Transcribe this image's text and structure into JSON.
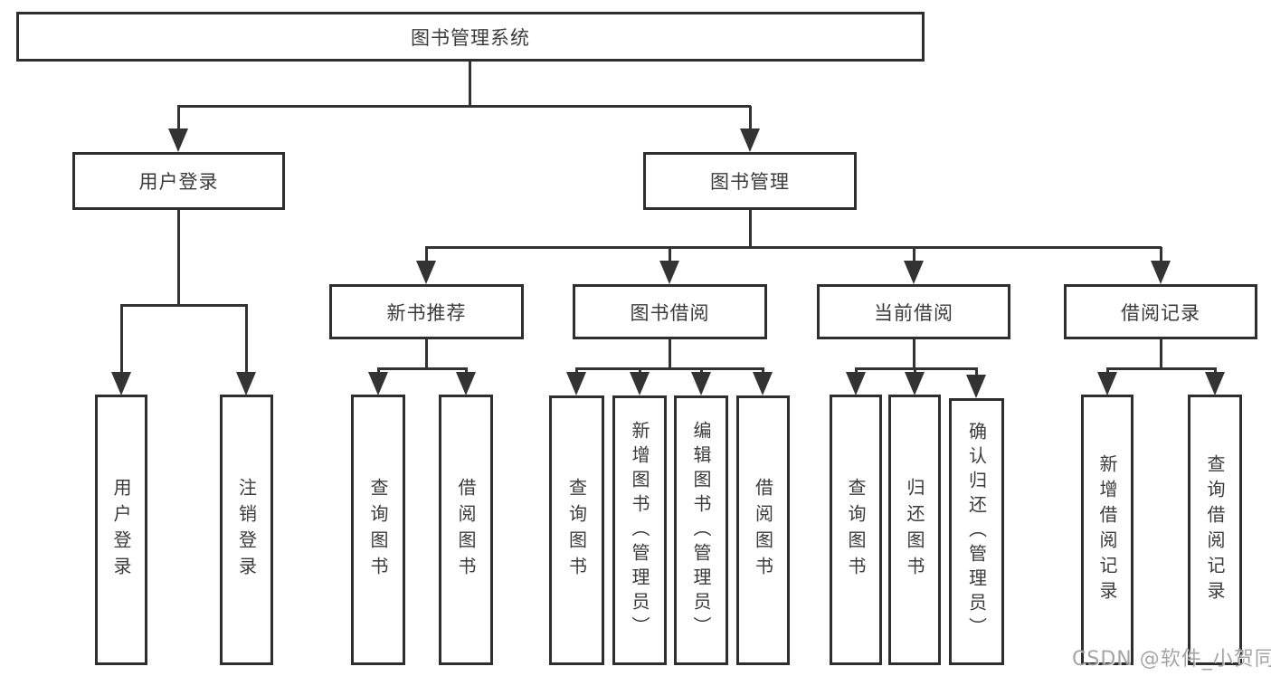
{
  "diagram": {
    "root": {
      "label": "图书管理系统"
    },
    "branches": [
      {
        "label": "用户登录",
        "children": [
          {
            "label": "用户登录"
          },
          {
            "label": "注销登录"
          }
        ]
      },
      {
        "label": "图书管理",
        "children": [
          {
            "label": "新书推荐",
            "children": [
              {
                "label": "查询图书"
              },
              {
                "label": "借阅图书"
              }
            ]
          },
          {
            "label": "图书借阅",
            "children": [
              {
                "label": "查询图书"
              },
              {
                "label": "新增图书（管理员）"
              },
              {
                "label": "编辑图书（管理员）"
              },
              {
                "label": "借阅图书"
              }
            ]
          },
          {
            "label": "当前借阅",
            "children": [
              {
                "label": "查询图书"
              },
              {
                "label": "归还图书"
              },
              {
                "label": "确认归还（管理员）"
              }
            ]
          },
          {
            "label": "借阅记录",
            "children": [
              {
                "label": "新增借阅记录"
              },
              {
                "label": "查询借阅记录"
              }
            ]
          }
        ]
      }
    ]
  },
  "watermark": {
    "text": "CSDN @软件_小贺同学"
  },
  "colors": {
    "background": "#ffffff",
    "line": "#333333",
    "box_border": "#2e2e2e",
    "text": "#3b3b3b",
    "watermark": "#9c9c9c"
  }
}
